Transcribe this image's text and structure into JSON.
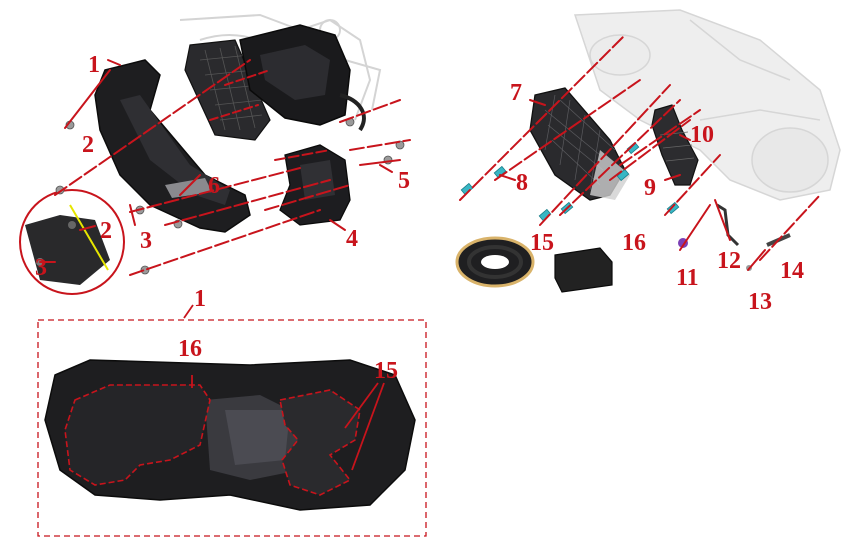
{
  "colors": {
    "callout": "#c8141c",
    "part_dark": "#1c1c1e",
    "part_mid": "#2e2e31",
    "ghost": "#d8d8d8",
    "fastener_cyan": "#38b6c4",
    "fastener_purple": "#7b3fb5",
    "foam_edge": "#d9b36a"
  },
  "callouts": {
    "c1_top": "1",
    "c2_top": "2",
    "c2_detail": "2",
    "c3_detail": "3",
    "c3_lower": "3",
    "c4": "4",
    "c5": "5",
    "c6": "6",
    "c7": "7",
    "c8": "8",
    "c9": "9",
    "c10": "10",
    "c11": "11",
    "c12": "12",
    "c13": "13",
    "c14": "14",
    "c15_top": "15",
    "c16_top": "16",
    "c1_box": "1",
    "c16_box": "16",
    "c15_box": "15"
  },
  "icons": {
    "fastener": "bolt-icon",
    "detail": "magnifier-detail-icon"
  }
}
